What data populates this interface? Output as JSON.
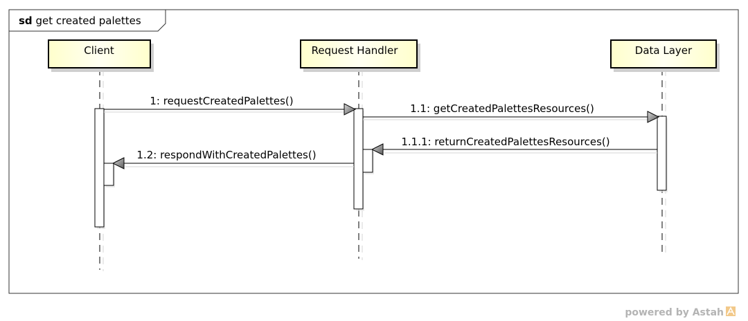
{
  "frame": {
    "keyword": "sd",
    "title": "get created palettes"
  },
  "lifelines": [
    {
      "id": "client",
      "name": "Client"
    },
    {
      "id": "handler",
      "name": "Request Handler"
    },
    {
      "id": "data",
      "name": "Data Layer"
    }
  ],
  "messages": [
    {
      "id": "m1",
      "label": "1: requestCreatedPalettes()",
      "from": "client",
      "to": "handler",
      "kind": "call"
    },
    {
      "id": "m2",
      "label": "1.1: getCreatedPalettesResources()",
      "from": "handler",
      "to": "data",
      "kind": "call"
    },
    {
      "id": "m3",
      "label": "1.1.1: returnCreatedPalettesResources()",
      "from": "data",
      "to": "handler",
      "kind": "call"
    },
    {
      "id": "m4",
      "label": "1.2: respondWithCreatedPalettes()",
      "from": "handler",
      "to": "client",
      "kind": "call"
    }
  ],
  "footer": {
    "text": "powered by Astah"
  },
  "colors": {
    "lifeline_fill": "#ffffcc",
    "lifeline_fill_edge": "#fffff0",
    "frame": "#333333",
    "shadow": "#cfcfcf",
    "arrowhead": "#808080"
  }
}
